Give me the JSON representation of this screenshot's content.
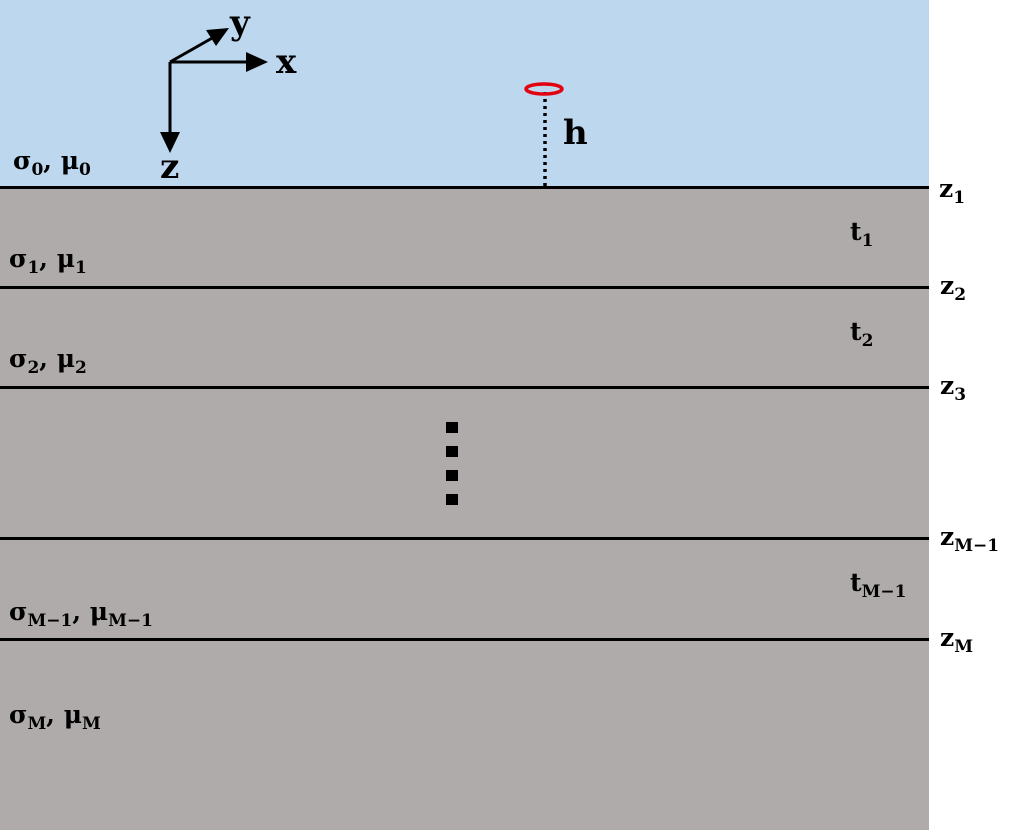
{
  "colors": {
    "air": "#bdd7ee",
    "ground": "#afabaa",
    "loop": "#e3000f",
    "line": "#000000"
  },
  "axes": {
    "x": "x",
    "y": "y",
    "z": "z"
  },
  "height_label": "h",
  "layers": {
    "l0": {
      "sigma": "σ",
      "sigma_sub": "0",
      "sep": ", ",
      "mu": "μ",
      "mu_sub": "0"
    },
    "l1": {
      "sigma": "σ",
      "sigma_sub": "1",
      "sep": ", ",
      "mu": "μ",
      "mu_sub": "1"
    },
    "l2": {
      "sigma": "σ",
      "sigma_sub": "2",
      "sep": ", ",
      "mu": "μ",
      "mu_sub": "2"
    },
    "lm1": {
      "sigma": "σ",
      "sigma_sub": "M−1",
      "sep": ", ",
      "mu": "μ",
      "mu_sub": "M−1"
    },
    "lm": {
      "sigma": "σ",
      "sigma_sub": "M",
      "sep": ", ",
      "mu": "μ",
      "mu_sub": "M"
    }
  },
  "interfaces": {
    "z1": {
      "main": "z",
      "sub": "1"
    },
    "z2": {
      "main": "z",
      "sub": "2"
    },
    "z3": {
      "main": "z",
      "sub": "3"
    },
    "zm1": {
      "main": "z",
      "sub": "M−1"
    },
    "zm": {
      "main": "z",
      "sub": "M"
    }
  },
  "thicknesses": {
    "t1": {
      "main": "t",
      "sub": "1"
    },
    "t2": {
      "main": "t",
      "sub": "2"
    },
    "tm1": {
      "main": "t",
      "sub": "M−1"
    }
  }
}
